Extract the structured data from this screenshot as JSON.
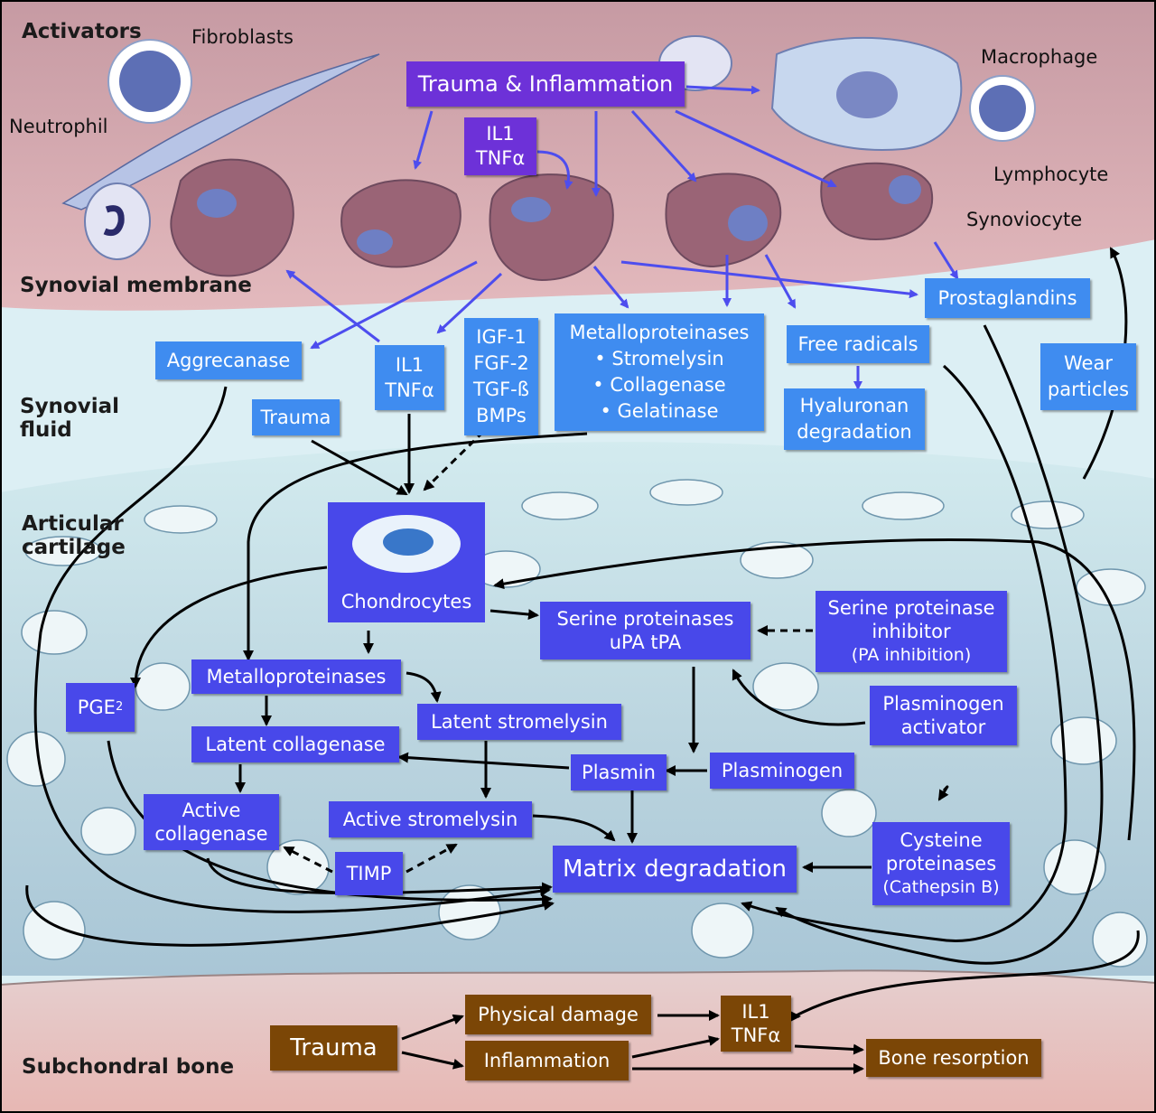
{
  "zones": {
    "activators": "Activators",
    "synovial_membrane": "Synovial membrane",
    "synovial_fluid": "Synovial\nfluid",
    "articular_cartilage": "Articular\ncartilage",
    "subchondral_bone": "Subchondral bone"
  },
  "cells": {
    "fibroblasts": "Fibroblasts",
    "neutrophil": "Neutrophil",
    "macrophage": "Macrophage",
    "lymphocyte": "Lymphocyte",
    "synoviocyte": "Synoviocyte"
  },
  "boxes": {
    "trauma_inflammation": "Trauma & Inflammation",
    "il1_tnf_top": "IL1\nTNFα",
    "prostaglandins": "Prostaglandins",
    "aggrecanase": "Aggrecanase",
    "il1_tnf_fluid": "IL1\nTNFα",
    "growth_factors": "IGF-1\nFGF-2\nTGF-ß\nBMPs",
    "metalloproteinases_fluid": "Metalloproteinases\n• Stromelysin\n• Collagenase\n• Gelatinase",
    "free_radicals": "Free radicals",
    "hyaluronan": "Hyaluronan\ndegradation",
    "wear_particles": "Wear\nparticles",
    "trauma_fluid": "Trauma",
    "chondrocytes": "Chondrocytes",
    "serine_proteinases": "Serine proteinases\nuPA     tPA",
    "serine_inhibitor_title": "Serine proteinase\ninhibitor",
    "serine_inhibitor_sub": "(PA inhibition)",
    "metalloproteinases_cart": "Metalloproteinases",
    "pge2": "PGE",
    "pge2_sub": "2",
    "latent_stromelysin": "Latent stromelysin",
    "latent_collagenase": "Latent collagenase",
    "plasminogen_activator": "Plasminogen\nactivator",
    "plasmin": "Plasmin",
    "plasminogen": "Plasminogen",
    "active_collagenase": "Active\ncollagenase",
    "active_stromelysin": "Active stromelysin",
    "cysteine_title": "Cysteine\nproteinases",
    "cysteine_sub": "(Cathepsin B)",
    "timp": "TIMP",
    "matrix_degradation": "Matrix degradation",
    "trauma_bone": "Trauma",
    "physical_damage": "Physical damage",
    "inflammation": "Inflammation",
    "il1_tnf_bone": "IL1\nTNFα",
    "bone_resorption": "Bone resorption"
  },
  "colors": {
    "purple": "#6d31d8",
    "sky_blue": "#3f8cf0",
    "indigo": "#4848ea",
    "brown": "#7b4606",
    "membrane": "#d9aab0",
    "fluid": "#dbeef4",
    "cartilage": "#bcd6df",
    "bone": "#e8c7c4"
  }
}
